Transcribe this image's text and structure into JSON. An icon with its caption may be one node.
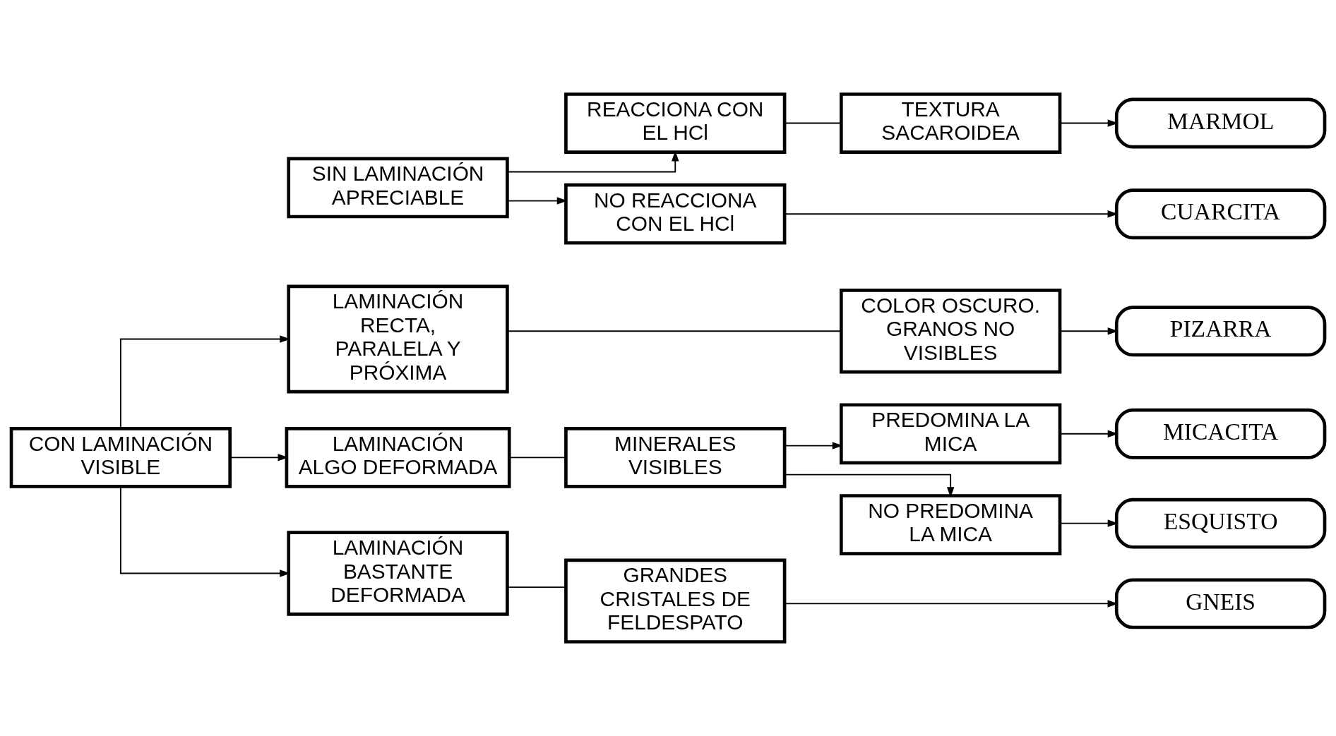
{
  "diagram": {
    "nodes": [
      {
        "text": [
          "CON LAMINACIÓN VISIBLE"
        ]
      },
      {
        "text": [
          "LAMINACIÓN RECTA, PARALELA Y PRÓXIMA"
        ]
      },
      {
        "text": [
          "COLOR OSCURO. GRANOS NO VISIBLES"
        ]
      },
      {
        "text": [
          "PIZARRA"
        ]
      },
      {
        "text": [
          "LAMINACIÓN ALGO DEFORMADA"
        ]
      },
      {
        "text": [
          "MINERALES VISIBLES"
        ]
      },
      {
        "text": [
          "PREDOMINA LA MICA"
        ]
      },
      {
        "text": [
          "MICACITA"
        ]
      },
      {
        "text": [
          "NO PREDOMINA LA MICA"
        ]
      },
      {
        "text": [
          "ESQUISTO"
        ]
      },
      {
        "text": [
          "LAMINACIÓN BASTANTE DEFORMADA"
        ]
      },
      {
        "text": [
          "GRANDES CRISTALES DE FELDESPATO"
        ]
      },
      {
        "text": [
          "GNEIS"
        ]
      },
      {
        "text": [
          "SIN LAMINACIÓN APRECIABLE"
        ]
      },
      {
        "text": [
          "REACCIONA CON EL HCl"
        ]
      },
      {
        "text": [
          "TEXTURA SACAROIDEA"
        ]
      },
      {
        "text": [
          "MARMOL"
        ]
      },
      {
        "text": [
          "NO REACCIONA CON EL HCl"
        ]
      },
      {
        "text": [
          "CUARCITA"
        ]
      }
    ],
    "edges": [
      {
        "from": 0,
        "to": 1,
        "arrow": "to"
      },
      {
        "from": 0,
        "to": 4,
        "arrow": "to"
      },
      {
        "from": 0,
        "to": 10,
        "arrow": "to"
      },
      {
        "from": 1,
        "to": 2,
        "arrow": "none"
      },
      {
        "from": 2,
        "to": 3,
        "arrow": "to"
      },
      {
        "from": 4,
        "to": 5,
        "arrow": "none"
      },
      {
        "from": 5,
        "to": 6,
        "arrow": "to"
      },
      {
        "from": 5,
        "to": 8,
        "arrow": "to"
      },
      {
        "from": 6,
        "to": 7,
        "arrow": "to"
      },
      {
        "from": 8,
        "to": 9,
        "arrow": "to"
      },
      {
        "from": 10,
        "to": 11,
        "arrow": "none"
      },
      {
        "from": 11,
        "to": 12,
        "arrow": "to"
      },
      {
        "from": 13,
        "to": 14,
        "arrow": "to"
      },
      {
        "from": 13,
        "to": 17,
        "arrow": "to"
      },
      {
        "from": 14,
        "to": 15,
        "arrow": "none"
      },
      {
        "from": 15,
        "to": 16,
        "arrow": "to"
      },
      {
        "from": 17,
        "to": 18,
        "arrow": "to"
      }
    ]
  }
}
